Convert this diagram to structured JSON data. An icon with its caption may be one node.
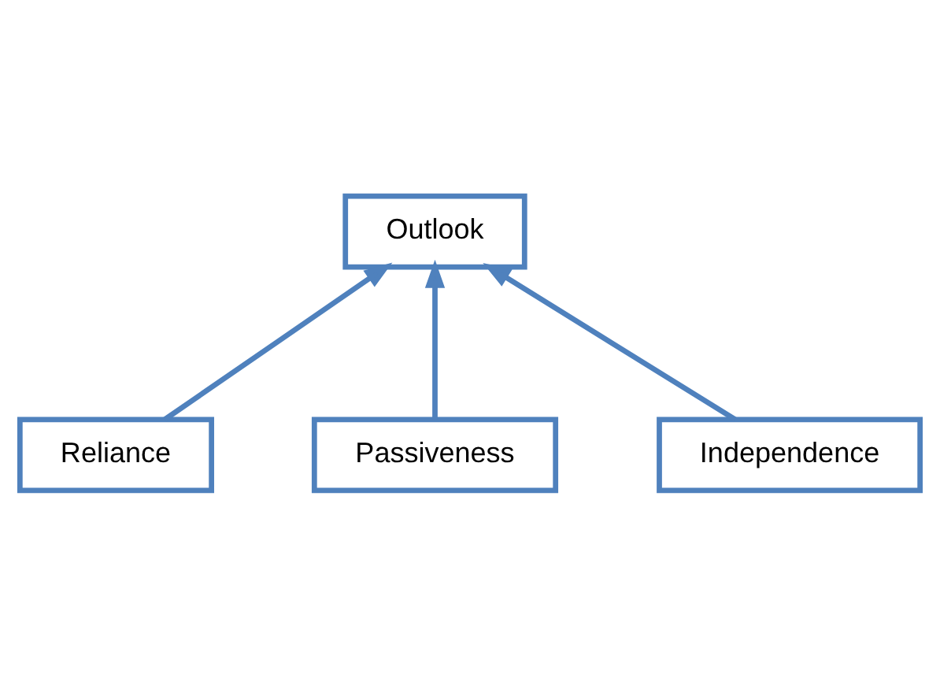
{
  "diagram": {
    "nodes": [
      {
        "text": [
          "Outlook"
        ]
      },
      {
        "text": [
          "Reliance"
        ]
      },
      {
        "text": [
          "Passiveness"
        ]
      },
      {
        "text": [
          "Independence"
        ]
      }
    ],
    "edges": [
      {
        "from": 1,
        "to": 0,
        "arrow": "to"
      },
      {
        "from": 2,
        "to": 0,
        "arrow": "to"
      },
      {
        "from": 3,
        "to": 0,
        "arrow": "to"
      }
    ]
  }
}
